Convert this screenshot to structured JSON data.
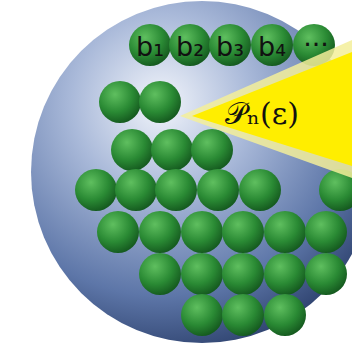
{
  "diagram": {
    "nodes": [
      {
        "text": [
          "𝒫ₙ(ε)"
        ]
      }
    ],
    "labels": [
      "b₁",
      "b₂",
      "b₃",
      "b₄",
      "···"
    ]
  }
}
